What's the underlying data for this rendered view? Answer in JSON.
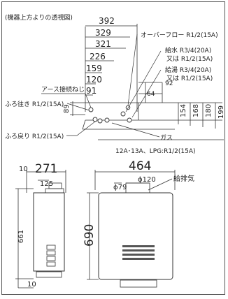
{
  "caption": "(機器上方よりの透視図)",
  "top_dims": [
    "392",
    "329",
    "321",
    "226",
    "159",
    "120",
    "91"
  ],
  "right_dims": [
    "64",
    "92"
  ],
  "vertical_dims": [
    "154",
    "168",
    "180",
    "199"
  ],
  "left_small_dim": "89",
  "labels": {
    "overflow": "オーバーフロー R1/2(15A)",
    "water_supply_1": "給水 R3/4(20A)",
    "water_supply_2": "又は R1/2(15A)",
    "hot_water_1": "給湯 R3/4(20A)",
    "hot_water_2": "又は R1/2(15A)",
    "earth": "アース接続ねじ",
    "bath_go": "ふろ往き R1/2(15A)",
    "bath_return": "ふろ戻り R1/2(15A)",
    "gas": "ガス",
    "gas_spec": "12A･13A、LPG:R1/2(15A)"
  },
  "side_view": {
    "width": "271",
    "offset_top": "10",
    "duct": "125",
    "height": "661",
    "offset_bottom": "10"
  },
  "front_view": {
    "width": "464",
    "height": "690",
    "duct_outer": "ϕ120",
    "duct_inner": "ϕ79",
    "exhaust_label": "給排気"
  }
}
